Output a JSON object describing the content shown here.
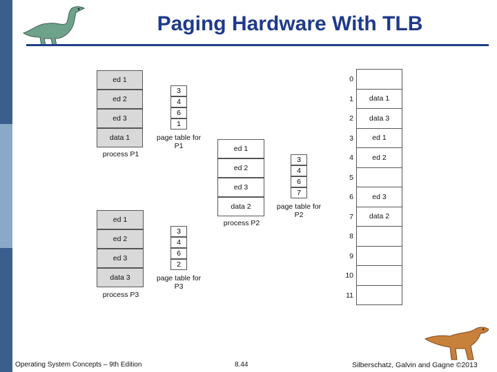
{
  "title": "Paging Hardware With TLB",
  "footer": {
    "left": "Operating System Concepts – 9th Edition",
    "center": "8.44",
    "right": "Silberschatz, Galvin and Gagne ©2013"
  },
  "process_p1": {
    "pages": [
      "ed 1",
      "ed 2",
      "ed 3",
      "data 1"
    ],
    "label": "process P1",
    "page_table": [
      "3",
      "4",
      "6",
      "1"
    ],
    "page_table_label": "page table for P1"
  },
  "process_p2": {
    "pages": [
      "ed 1",
      "ed 2",
      "ed 3",
      "data 2"
    ],
    "label": "process P2",
    "page_table": [
      "3",
      "4",
      "6",
      "7"
    ],
    "page_table_label": "page table for P2"
  },
  "process_p3": {
    "pages": [
      "ed 1",
      "ed 2",
      "ed 3",
      "data 3"
    ],
    "label": "process P3",
    "page_table": [
      "3",
      "4",
      "6",
      "2"
    ],
    "page_table_label": "page table for P3"
  },
  "physical_memory": {
    "frame_numbers": [
      "0",
      "1",
      "2",
      "3",
      "4",
      "5",
      "6",
      "7",
      "8",
      "9",
      "10",
      "11"
    ],
    "frames": [
      "",
      "data 1",
      "data 3",
      "ed 1",
      "ed 2",
      "",
      "ed 3",
      "data 2",
      "",
      "",
      "",
      ""
    ]
  },
  "icons": [
    "dinosaur-top-left-icon",
    "dinosaur-bottom-right-icon"
  ],
  "colors": {
    "title": "#1f3a8a",
    "sidebar_dark": "#3a5f8f",
    "sidebar_light": "#8aa9c9",
    "page_fill": "#d9d9d9"
  }
}
